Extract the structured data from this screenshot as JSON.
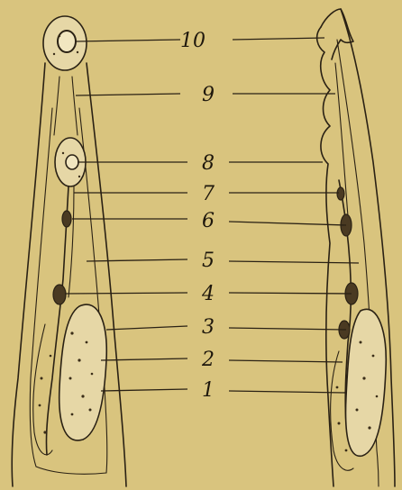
{
  "colors": {
    "paper": "#d9c47e",
    "ink": "#2a2114"
  },
  "labels": [
    {
      "id": "label-10",
      "text": "10"
    },
    {
      "id": "label-9",
      "text": "9"
    },
    {
      "id": "label-8",
      "text": "8"
    },
    {
      "id": "label-7",
      "text": "7"
    },
    {
      "id": "label-6",
      "text": "6"
    },
    {
      "id": "label-5",
      "text": "5"
    },
    {
      "id": "label-4",
      "text": "4"
    },
    {
      "id": "label-3",
      "text": "3"
    },
    {
      "id": "label-2",
      "text": "2"
    },
    {
      "id": "label-1",
      "text": "1"
    }
  ]
}
